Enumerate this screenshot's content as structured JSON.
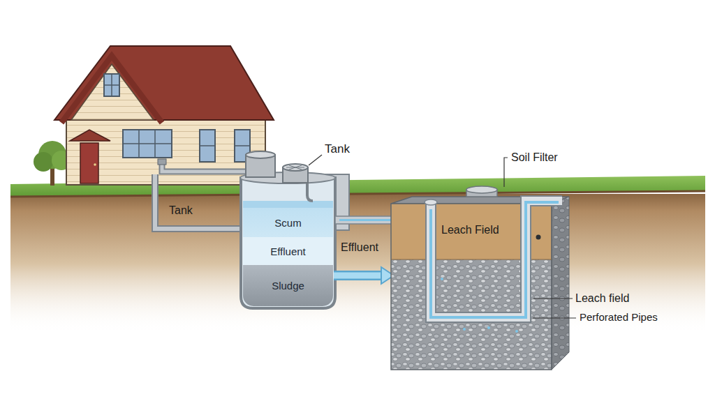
{
  "diagram": {
    "nodes": [
      {
        "text": [
          "Scum"
        ]
      },
      {
        "text": [
          "Effluent"
        ]
      },
      {
        "text": [
          "Sludge"
        ]
      }
    ],
    "labels": [
      "Tank",
      "Soil Filter",
      "Tank",
      "Leach Field",
      "Effluent",
      "Leach field",
      "Perforated Pipes"
    ]
  }
}
